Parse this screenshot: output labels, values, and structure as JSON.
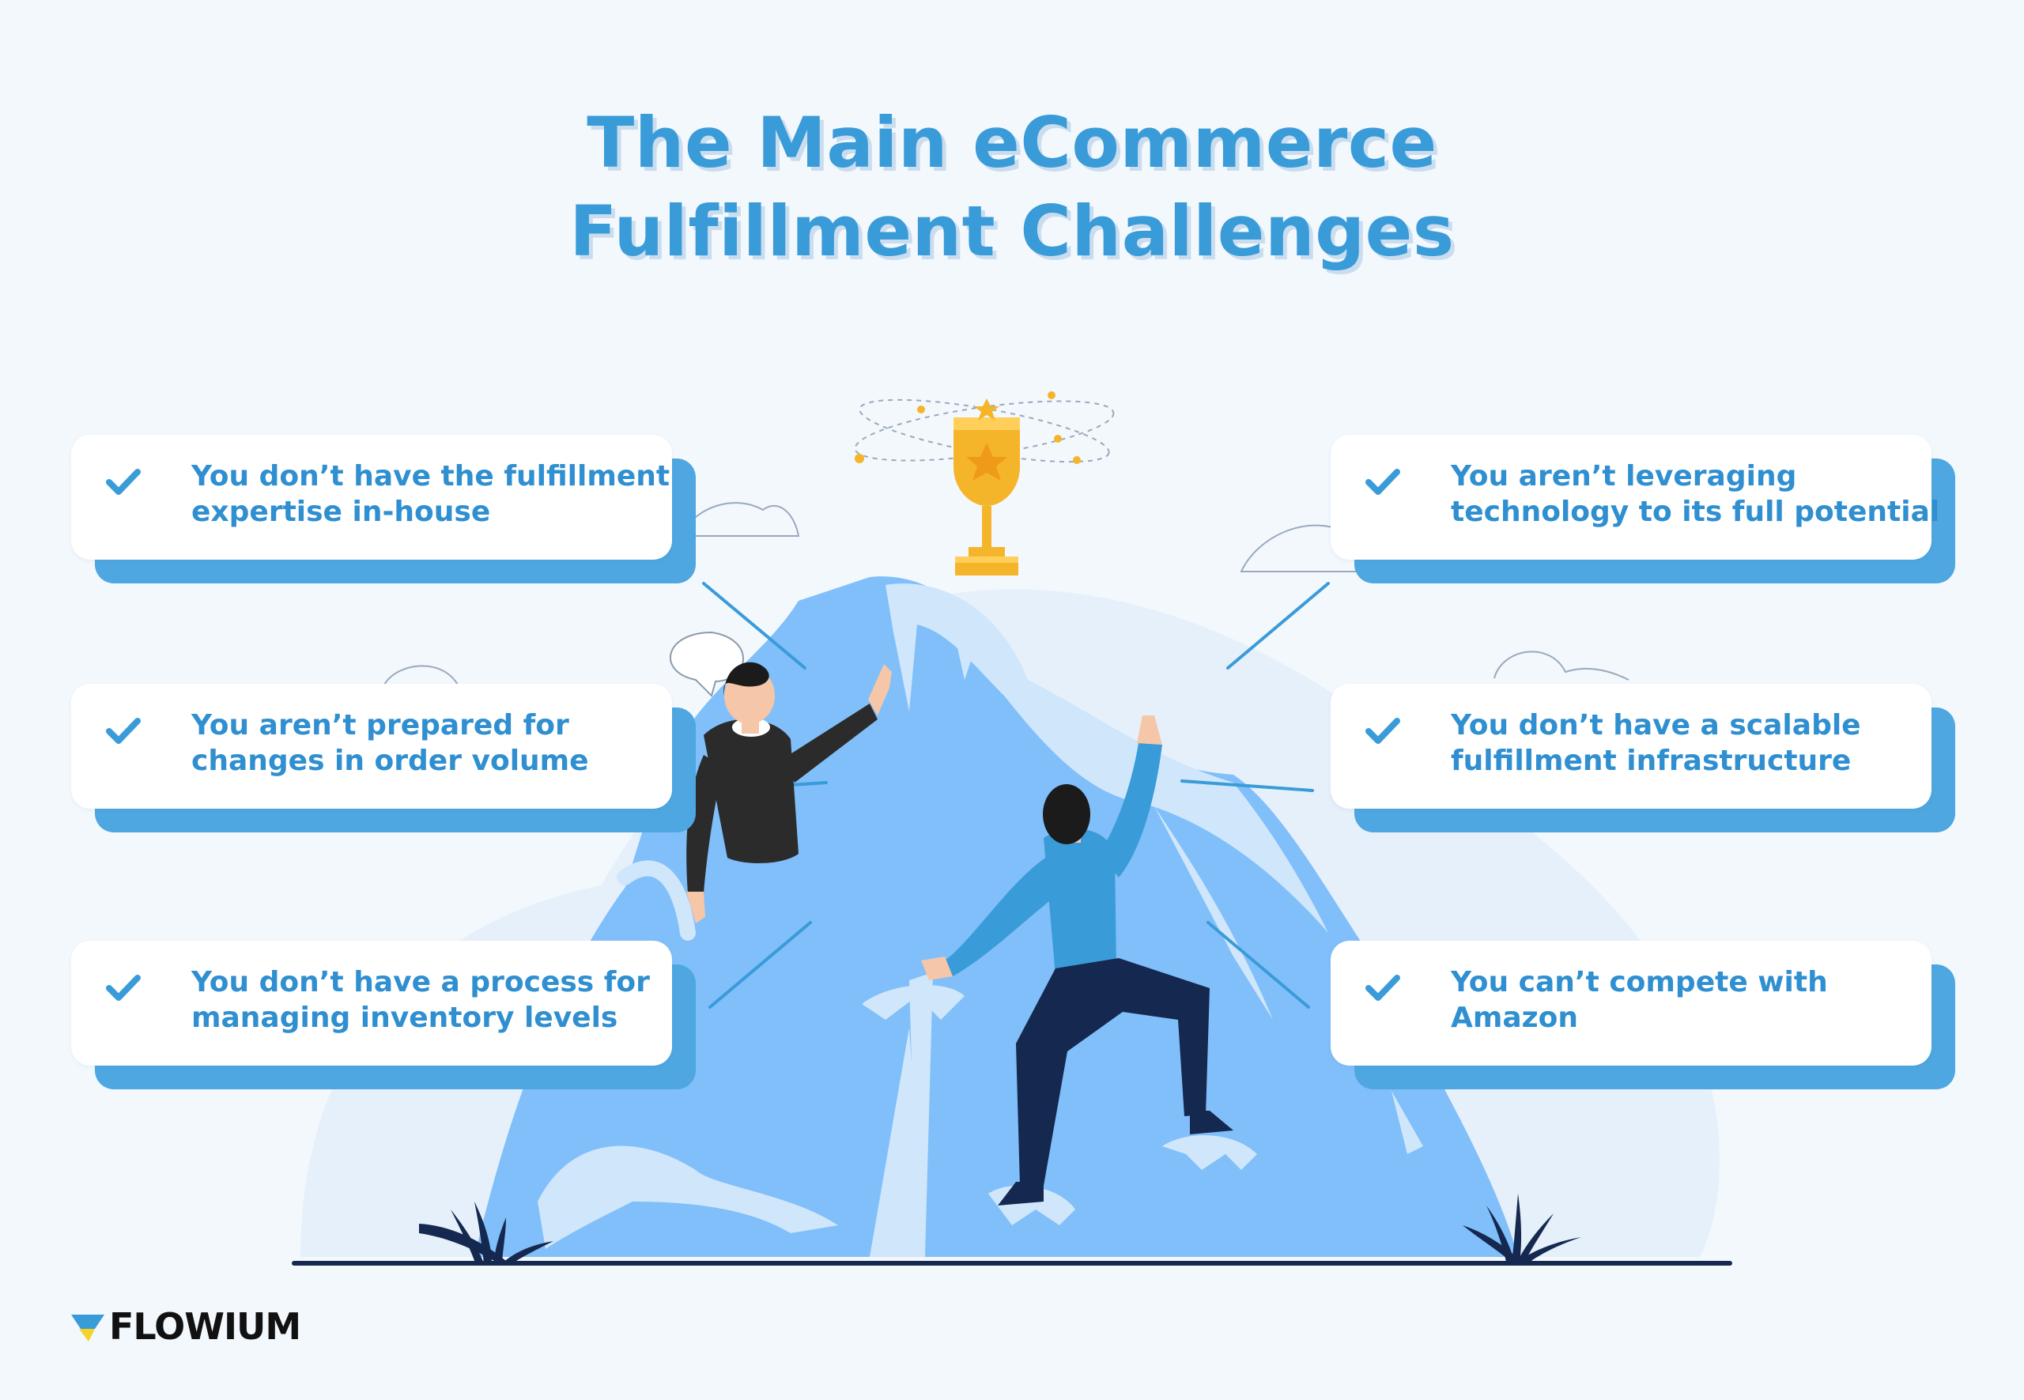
{
  "title": {
    "line1": "The Main eCommerce",
    "line2": "Fulfillment Challenges"
  },
  "cards": [
    {
      "lines": [
        "You don’t have the fulfillment",
        "expertise in-house"
      ]
    },
    {
      "lines": [
        "You aren’t prepared for",
        "changes in order volume"
      ]
    },
    {
      "lines": [
        "You don’t have a process for",
        "managing inventory levels"
      ]
    },
    {
      "lines": [
        "You aren’t leveraging",
        "technology to its full potential"
      ]
    },
    {
      "lines": [
        "You don’t have a scalable",
        "fulfillment infrastructure"
      ]
    },
    {
      "lines": [
        "You can’t compete with",
        "Amazon"
      ]
    }
  ],
  "logo": {
    "text": "FLOWIUM"
  },
  "colors": {
    "background": "#f3f8fd",
    "title": "#3a9bd9",
    "card_text": "#2f8fd0",
    "card_shadow": "#4ea7e0",
    "mountain": "#80bff9",
    "trophy": "#f5b52a"
  }
}
